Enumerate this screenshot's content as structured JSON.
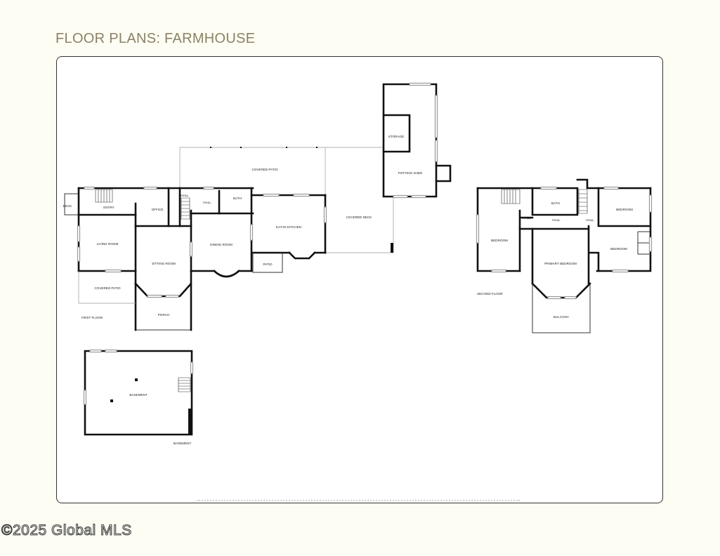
{
  "page": {
    "title": "FLOOR PLANS: FARMHOUSE",
    "watermark": "©2025 Global MLS"
  },
  "rooms": {
    "covered_patio_top": "COVERED PATIO",
    "storage": "STORAGE",
    "potting_shed": "POTTING SHED",
    "deck": "DECK",
    "entry": "ENTRY",
    "office": "OFFICE",
    "hall_1": "HALL",
    "hall_2": "HALL",
    "bath_1": "BATH",
    "eat_in_kitchen": "EAT-IN KITCHEN",
    "covered_deck": "COVERED DECK",
    "living_room": "LIVING ROOM",
    "sitting_room": "SITTING ROOM",
    "dining_room": "DINING ROOM",
    "patio": "PATIO",
    "covered_patio_left": "COVERED PATIO",
    "porch": "PORCH",
    "bath_2": "BATH",
    "hall_3": "HALL",
    "hall_4": "HALL",
    "hall_5": "HALL",
    "bedroom_1": "BEDROOM",
    "bedroom_2": "BEDROOM",
    "bedroom_3": "BEDROOM",
    "primary_bedroom": "PRIMARY BEDROOM",
    "balcony": "BALCONY",
    "basement_room": "BASEMENT"
  },
  "floors": {
    "first": "FIRST FLOOR",
    "second": "SECOND FLOOR",
    "basement": "BASEMENT"
  }
}
